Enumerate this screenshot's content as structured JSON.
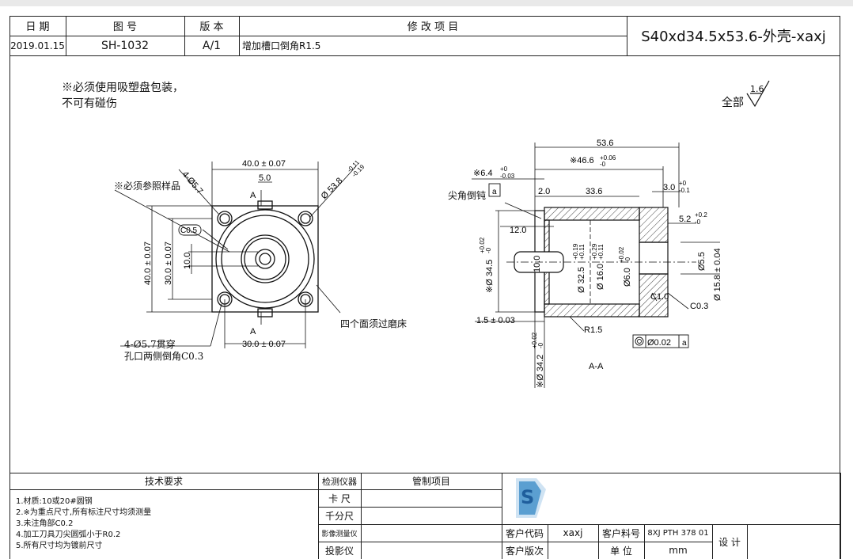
{
  "header": {
    "col_date": "日 期",
    "col_drawing_no": "图 号",
    "col_version": "版 本",
    "col_revision": "修 改 项 目",
    "date": "2019.01.15",
    "drawing_no": "SH-1032",
    "version": "A/1",
    "revision": "增加槽口倒角R1.5",
    "title": "S40xd34.5x53.6-外壳-xaxj"
  },
  "notes": {
    "packaging_1": "※必须使用吸塑盘包装，",
    "packaging_2": "不可有碰伤",
    "roughness_label": "全部",
    "roughness_value": "1.6"
  },
  "front_view": {
    "sample_note": "※必须参照样品",
    "dim_width_top": "40.0 ± 0.07",
    "dim_slot": "5.0",
    "dim_holes": "4-Ø5.7",
    "dim_dia": "Ø 53.8",
    "dim_dia_tol_upper": "-0.11",
    "dim_dia_tol_lower": "-0.19",
    "chamfer": "C0.5",
    "dim_height": "40.0 ± 0.07",
    "dim_inner_height": "30.0 ± 0.07",
    "dim_slot_height": "10.0",
    "dim_width_bottom": "30.0 ± 0.07",
    "section_mark": "A",
    "grind_note": "四个面须过磨床",
    "hole_note_1": "4-Ø5.7贯穿",
    "hole_note_2": "孔口两侧倒角C0.3"
  },
  "section_view": {
    "dim_length": "53.6",
    "dim_46": "※46.6",
    "dim_46_tol_upper": "+0.06",
    "dim_46_tol_lower": "-0",
    "dim_64": "※6.4",
    "dim_64_tol_upper": "+0",
    "dim_64_tol_lower": "-0.03",
    "sharp_edge": "尖角倒钝",
    "datum": "a",
    "dim_20": "2.0",
    "dim_336": "33.6",
    "dim_30": "3.0",
    "dim_30_tol_upper": "+0",
    "dim_30_tol_lower": "-0.1",
    "dim_52": "5.2",
    "dim_52_tol_upper": "+0.2",
    "dim_52_tol_lower": "-0",
    "dim_120": "12.0",
    "dim_345": "※Ø 34.5",
    "dim_345_tol_upper": "+0.02",
    "dim_345_tol_lower": "-0",
    "dim_100": "10.0",
    "dim_325": "Ø 32.5",
    "dim_325_tol_upper": "+0.19",
    "dim_325_tol_lower": "+0.11",
    "dim_160": "Ø 16.0",
    "dim_160_tol_upper": "+0.29",
    "dim_160_tol_lower": "+0.11",
    "dim_60": "Ø6.0",
    "dim_60_tol_upper": "+0.02",
    "dim_60_tol_lower": "-0",
    "dim_55": "Ø5.5",
    "dim_158": "Ø 15.8 ± 0.04",
    "chamfer_c10": "C1.0",
    "chamfer_c03": "C0.3",
    "dim_15": "1.5 ± 0.03",
    "radius": "R1.5",
    "concentricity": "Ø0.02",
    "concentricity_datum": "a",
    "dim_342": "※Ø 34.2",
    "dim_342_tol_upper": "+0.02",
    "dim_342_tol_lower": "-0",
    "section_label": "A-A"
  },
  "footer": {
    "tech_req_title": "技术要求",
    "tech_req": [
      "1.材质:10或20#圆钢",
      "2.※为重点尺寸,所有标注尺寸均须测量",
      "3.未注角部C0.2",
      "4.加工刀具刀尖圆弧小于R0.2",
      "5.所有尺寸均为镀前尺寸"
    ],
    "inspect_title": "检测仪器",
    "control_title": "管制项目",
    "instruments": [
      "卡 尺",
      "千分尺",
      "影像测量仪",
      "投影仪"
    ],
    "customer_code_label": "客户代码",
    "customer_code": "xaxj",
    "customer_part_label": "客户料号",
    "customer_part": "8XJ PTH 378 01",
    "design_label": "设 计",
    "customer_version_label": "客户版次",
    "unit_label": "单 位",
    "unit": "mm",
    "logo_letter": "S"
  }
}
